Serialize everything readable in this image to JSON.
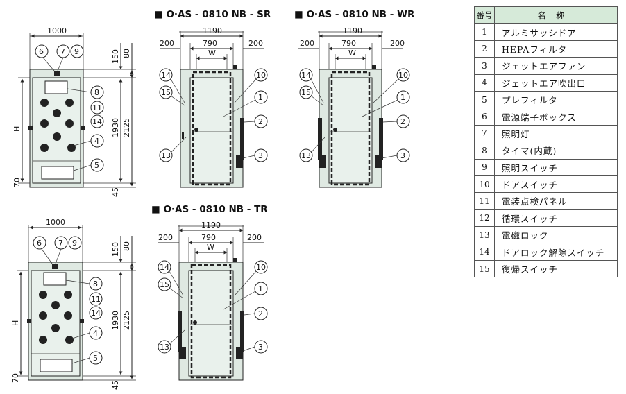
{
  "titles": {
    "sr": "■ O·AS - 0810 NB - SR",
    "wr": "■ O·AS - 0810 NB - WR",
    "tr": "■ O·AS - 0810 NB - TR"
  },
  "dimensions": {
    "width_1000": "1000",
    "width_1190": "1190",
    "width_790": "790",
    "side_200": "200",
    "w": "W",
    "h": "H",
    "d_150": "150",
    "d_80": "80",
    "d_1930": "1930",
    "d_2125": "2125",
    "d_70": "70",
    "d_45": "45"
  },
  "parts_table": {
    "header_no": "番号",
    "header_name": "名称",
    "rows": [
      {
        "no": "1",
        "name": "アルミサッシドア"
      },
      {
        "no": "2",
        "name": "HEPAフィルタ"
      },
      {
        "no": "3",
        "name": "ジェットエアファン"
      },
      {
        "no": "4",
        "name": "ジェットエア吹出口"
      },
      {
        "no": "5",
        "name": "プレフィルタ"
      },
      {
        "no": "6",
        "name": "電源端子ボックス"
      },
      {
        "no": "7",
        "name": "照明灯"
      },
      {
        "no": "8",
        "name": "タイマ(内蔵)"
      },
      {
        "no": "9",
        "name": "照明スイッチ"
      },
      {
        "no": "10",
        "name": "ドアスイッチ"
      },
      {
        "no": "11",
        "name": "電装点検パネル"
      },
      {
        "no": "12",
        "name": "循環スイッチ"
      },
      {
        "no": "13",
        "name": "電磁ロック"
      },
      {
        "no": "14",
        "name": "ドアロック解除スイッチ"
      },
      {
        "no": "15",
        "name": "復帰スイッチ"
      }
    ]
  }
}
